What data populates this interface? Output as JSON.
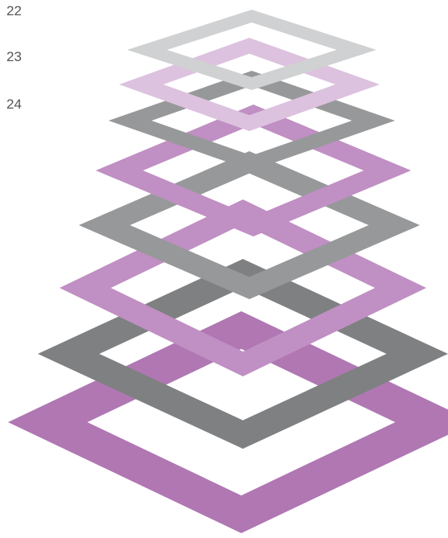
{
  "line_numbers": {
    "first": "22",
    "second": "23",
    "third": "24"
  },
  "illustration": {
    "description_name": "stacked-diamond-frames",
    "colors": {
      "purple": "#b077b3",
      "light_purple": "#c08fc3",
      "pale_purple": "#dcc2df",
      "dark_gray": "#7f8082",
      "mid_gray": "#97989a",
      "light_gray": "#d0d1d2",
      "background": "#ffffff"
    }
  }
}
